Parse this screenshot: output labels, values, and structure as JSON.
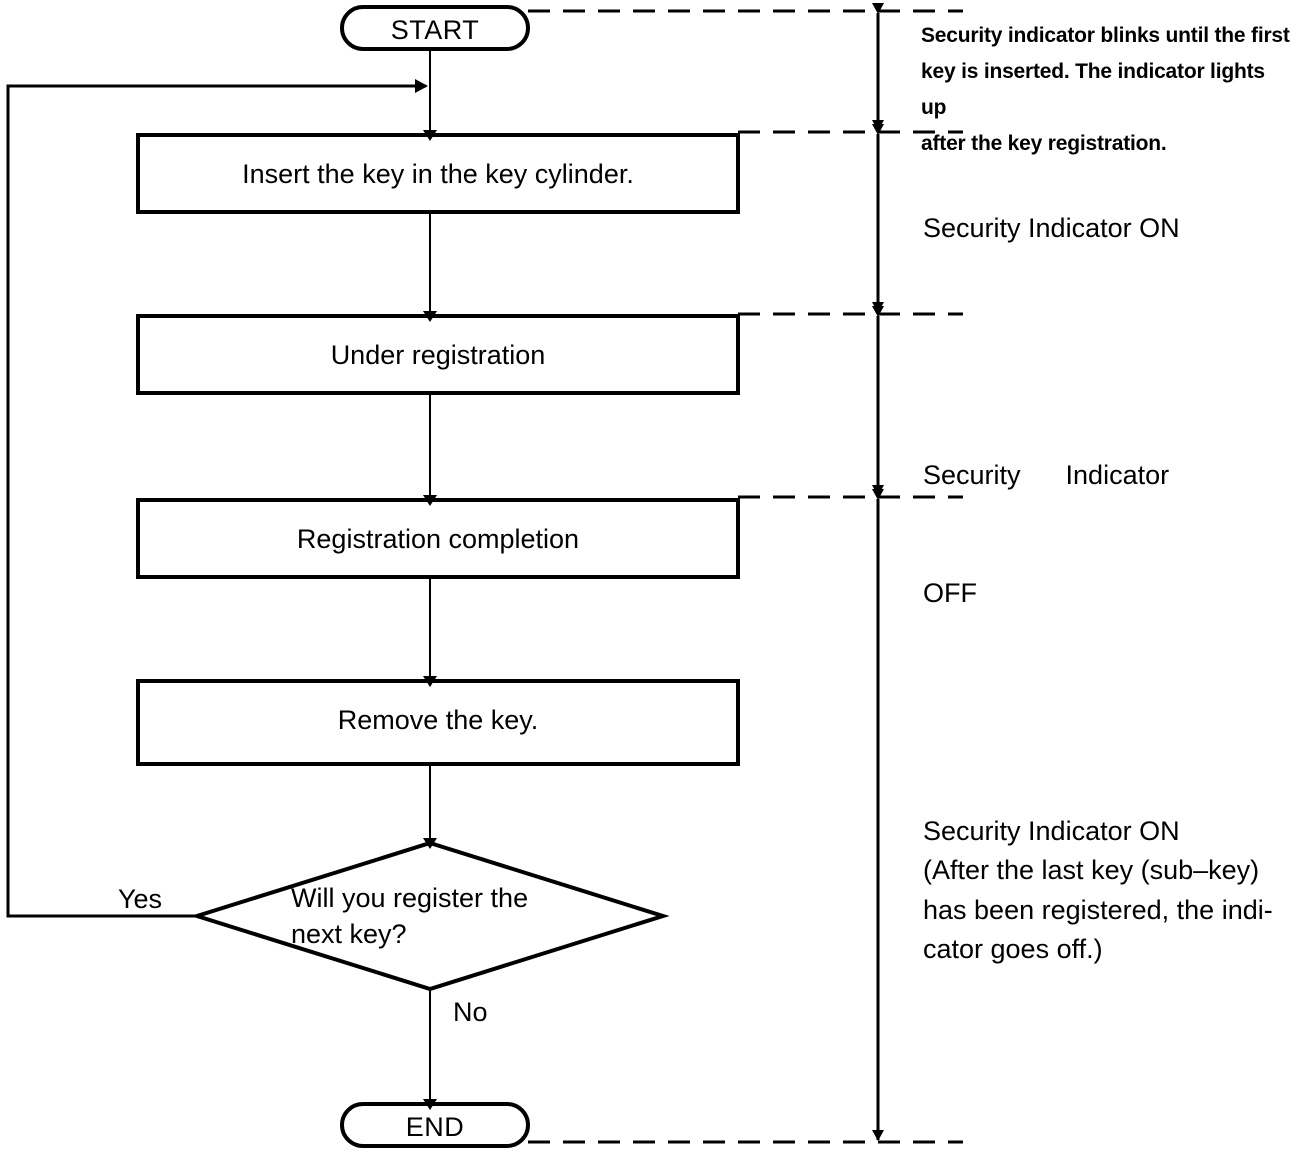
{
  "diagram": {
    "type": "flowchart",
    "title": "Key registration procedure with security indicator states",
    "orientation": "top-to-bottom",
    "colors": {
      "stroke": "#000000",
      "fill": "#ffffff",
      "text": "#000000"
    }
  },
  "nodes": {
    "start": {
      "id": "start",
      "shape": "terminator",
      "label": "START"
    },
    "insert_key": {
      "id": "insert_key",
      "shape": "process",
      "label": "Insert the key in the key cylinder."
    },
    "under_registration": {
      "id": "under_registration",
      "shape": "process",
      "label": "Under registration"
    },
    "registration_completion": {
      "id": "registration_completion",
      "shape": "process",
      "label": "Registration completion"
    },
    "remove_key": {
      "id": "remove_key",
      "shape": "process",
      "label": "Remove the key."
    },
    "decision": {
      "id": "decision",
      "shape": "decision",
      "label_line1": "Will  you  register  the",
      "label_line2": "next key?"
    },
    "end": {
      "id": "end",
      "shape": "terminator",
      "label": "END"
    }
  },
  "edges": {
    "yes_label": "Yes",
    "no_label": "No"
  },
  "annotations": {
    "top_note": {
      "line1": "Security indicator blinks until the first",
      "line2": "key is inserted. The indicator lights up",
      "line3": "after the key registration."
    },
    "zone_1": {
      "text": "Security Indicator ON"
    },
    "zone_2": {
      "line1": "Security      Indicator",
      "line2": "OFF"
    },
    "zone_3": {
      "line1": "Security Indicator ON",
      "line2": "(After the last key (sub–key)",
      "line3": "has been registered, the indi-",
      "line4": "cator goes off.)"
    }
  }
}
